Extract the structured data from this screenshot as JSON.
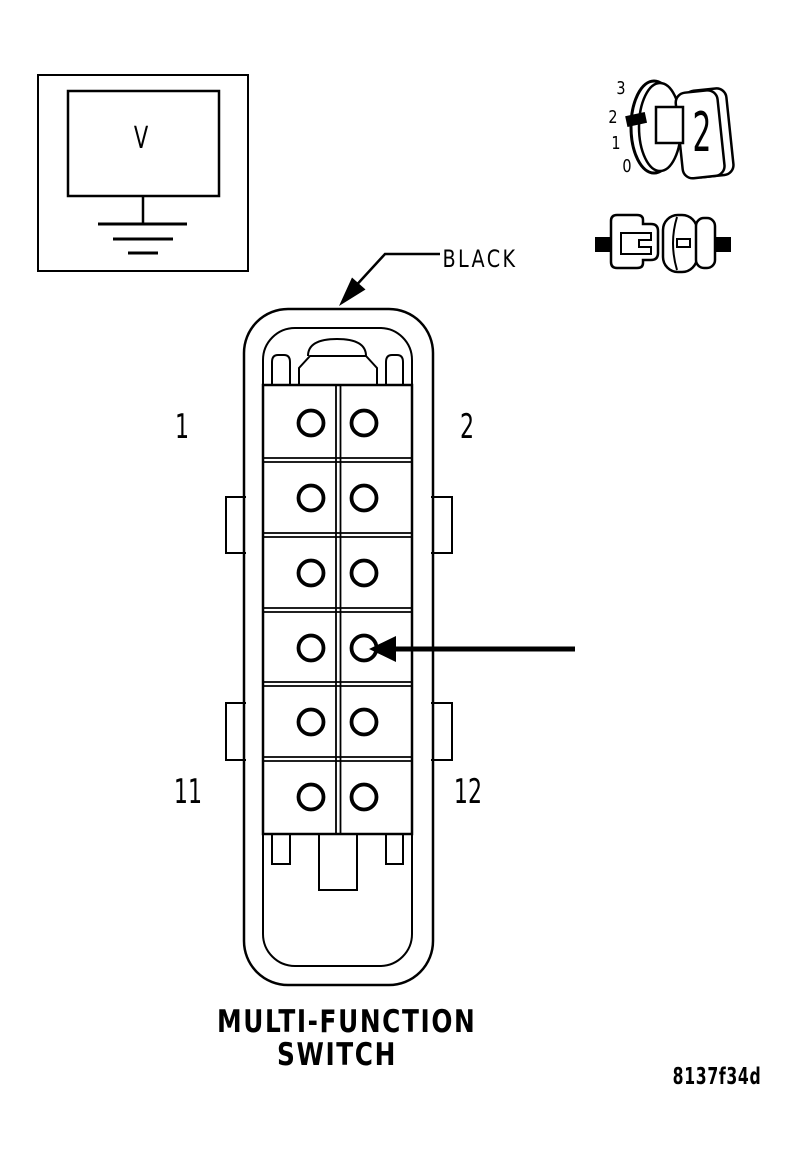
{
  "background": "#ffffff",
  "line_color": "#000000",
  "voltmeter": {
    "label": "V"
  },
  "rotary_dial": {
    "scale_labels": [
      "3",
      "2",
      "1",
      "0"
    ],
    "selected_position": "2"
  },
  "wire_color_label": "BLACK",
  "connector": {
    "rows": 6,
    "columns": 2,
    "pin_labels": {
      "top_left": "1",
      "top_right": "2",
      "bottom_left": "11",
      "bottom_right": "12"
    },
    "caption_line1": "MULTI-FUNCTION",
    "caption_line2": "SWITCH"
  },
  "figure_code": "8137f34d"
}
